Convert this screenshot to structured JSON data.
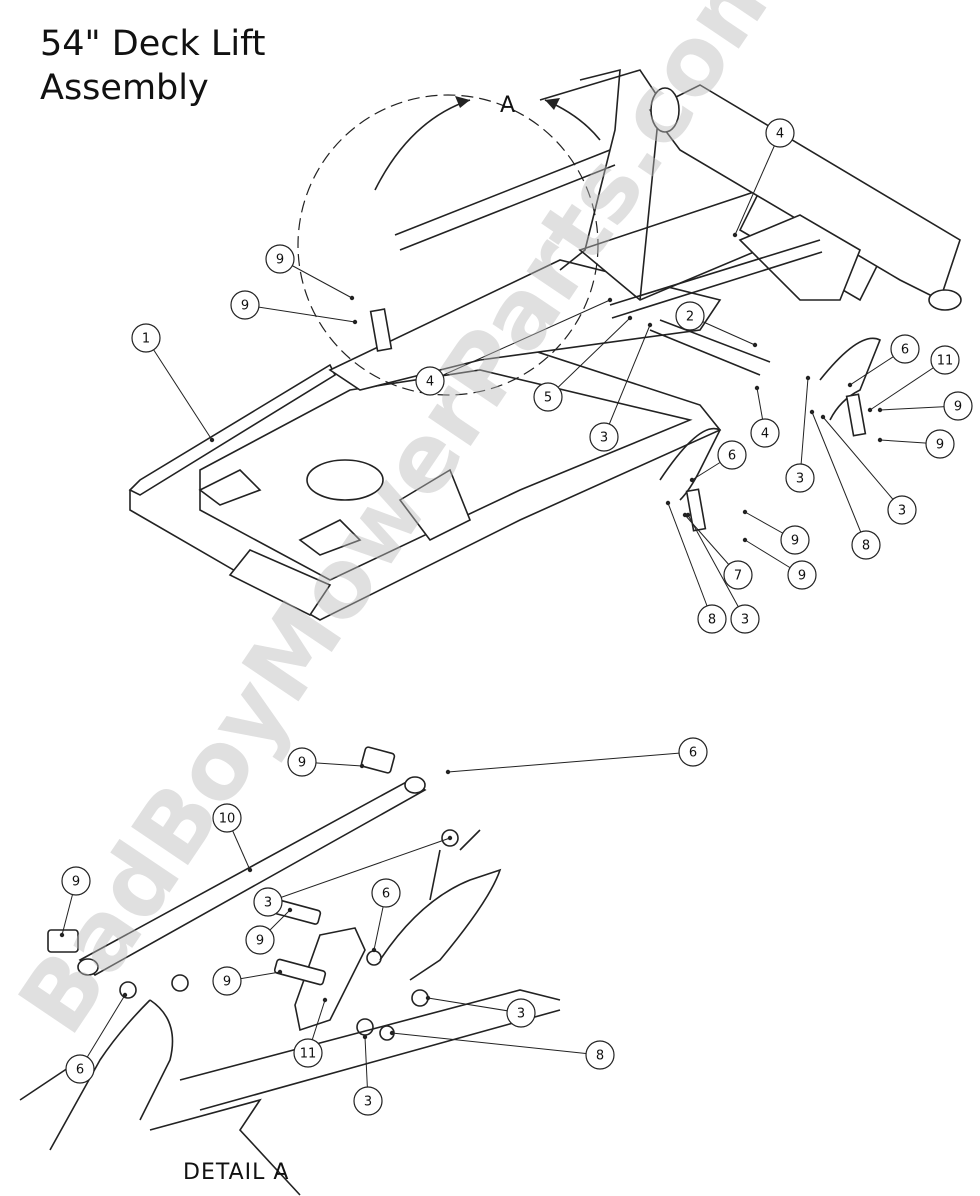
{
  "title": {
    "line1": "54\" Deck Lift",
    "line2": "Assembly"
  },
  "view_marker": "A",
  "detail_label": "DETAIL A",
  "watermark": "BadBoyMowerParts.com",
  "main_callouts": [
    "9",
    "9",
    "1",
    "4",
    "2",
    "6",
    "11",
    "9",
    "9",
    "4",
    "5",
    "3",
    "4",
    "3",
    "3",
    "8",
    "6",
    "9",
    "9",
    "7",
    "8",
    "3"
  ],
  "detail_callouts": [
    "9",
    "6",
    "10",
    "9",
    "3",
    "6",
    "9",
    "9",
    "3",
    "6",
    "11",
    "8",
    "3"
  ]
}
